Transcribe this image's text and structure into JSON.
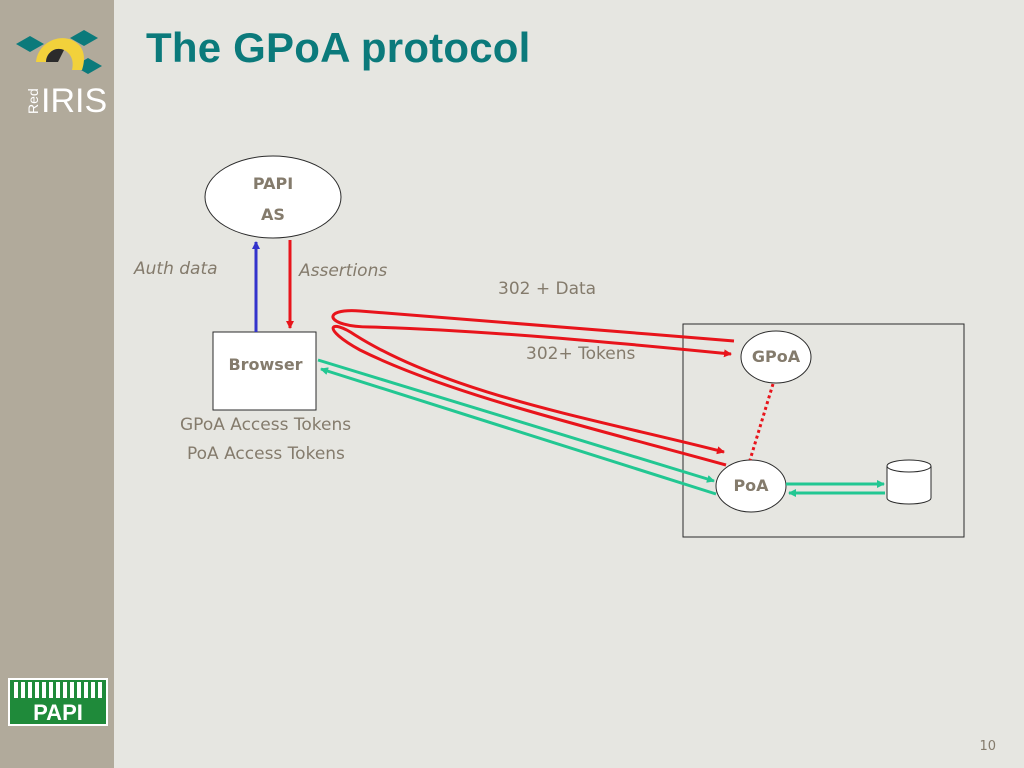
{
  "slide": {
    "title": "The GPoA protocol",
    "page_number": "10"
  },
  "logos": {
    "top": {
      "red": "Red",
      "iris": "IRIS"
    },
    "bottom": {
      "text": "PAPI"
    }
  },
  "nodes": {
    "papi_as": {
      "line1": "PAPI",
      "line2": "AS"
    },
    "browser": {
      "label": "Browser"
    },
    "gpoa": {
      "label": "GPoA"
    },
    "poa": {
      "label": "PoA"
    }
  },
  "labels": {
    "auth_data": "Auth data",
    "assertions": "Assertions",
    "redirect_data": "302 + Data",
    "redirect_tokens": "302+ Tokens",
    "gpoa_tokens": "GPoA Access Tokens",
    "poa_tokens": "PoA Access Tokens"
  },
  "colors": {
    "title": "#0b7a7b",
    "sidebar": "#b1aa9b",
    "background": "#e6e6e1",
    "text": "#847b6c",
    "arrow_red": "#e8141b",
    "arrow_blue": "#3333cc",
    "arrow_green": "#22c792"
  }
}
